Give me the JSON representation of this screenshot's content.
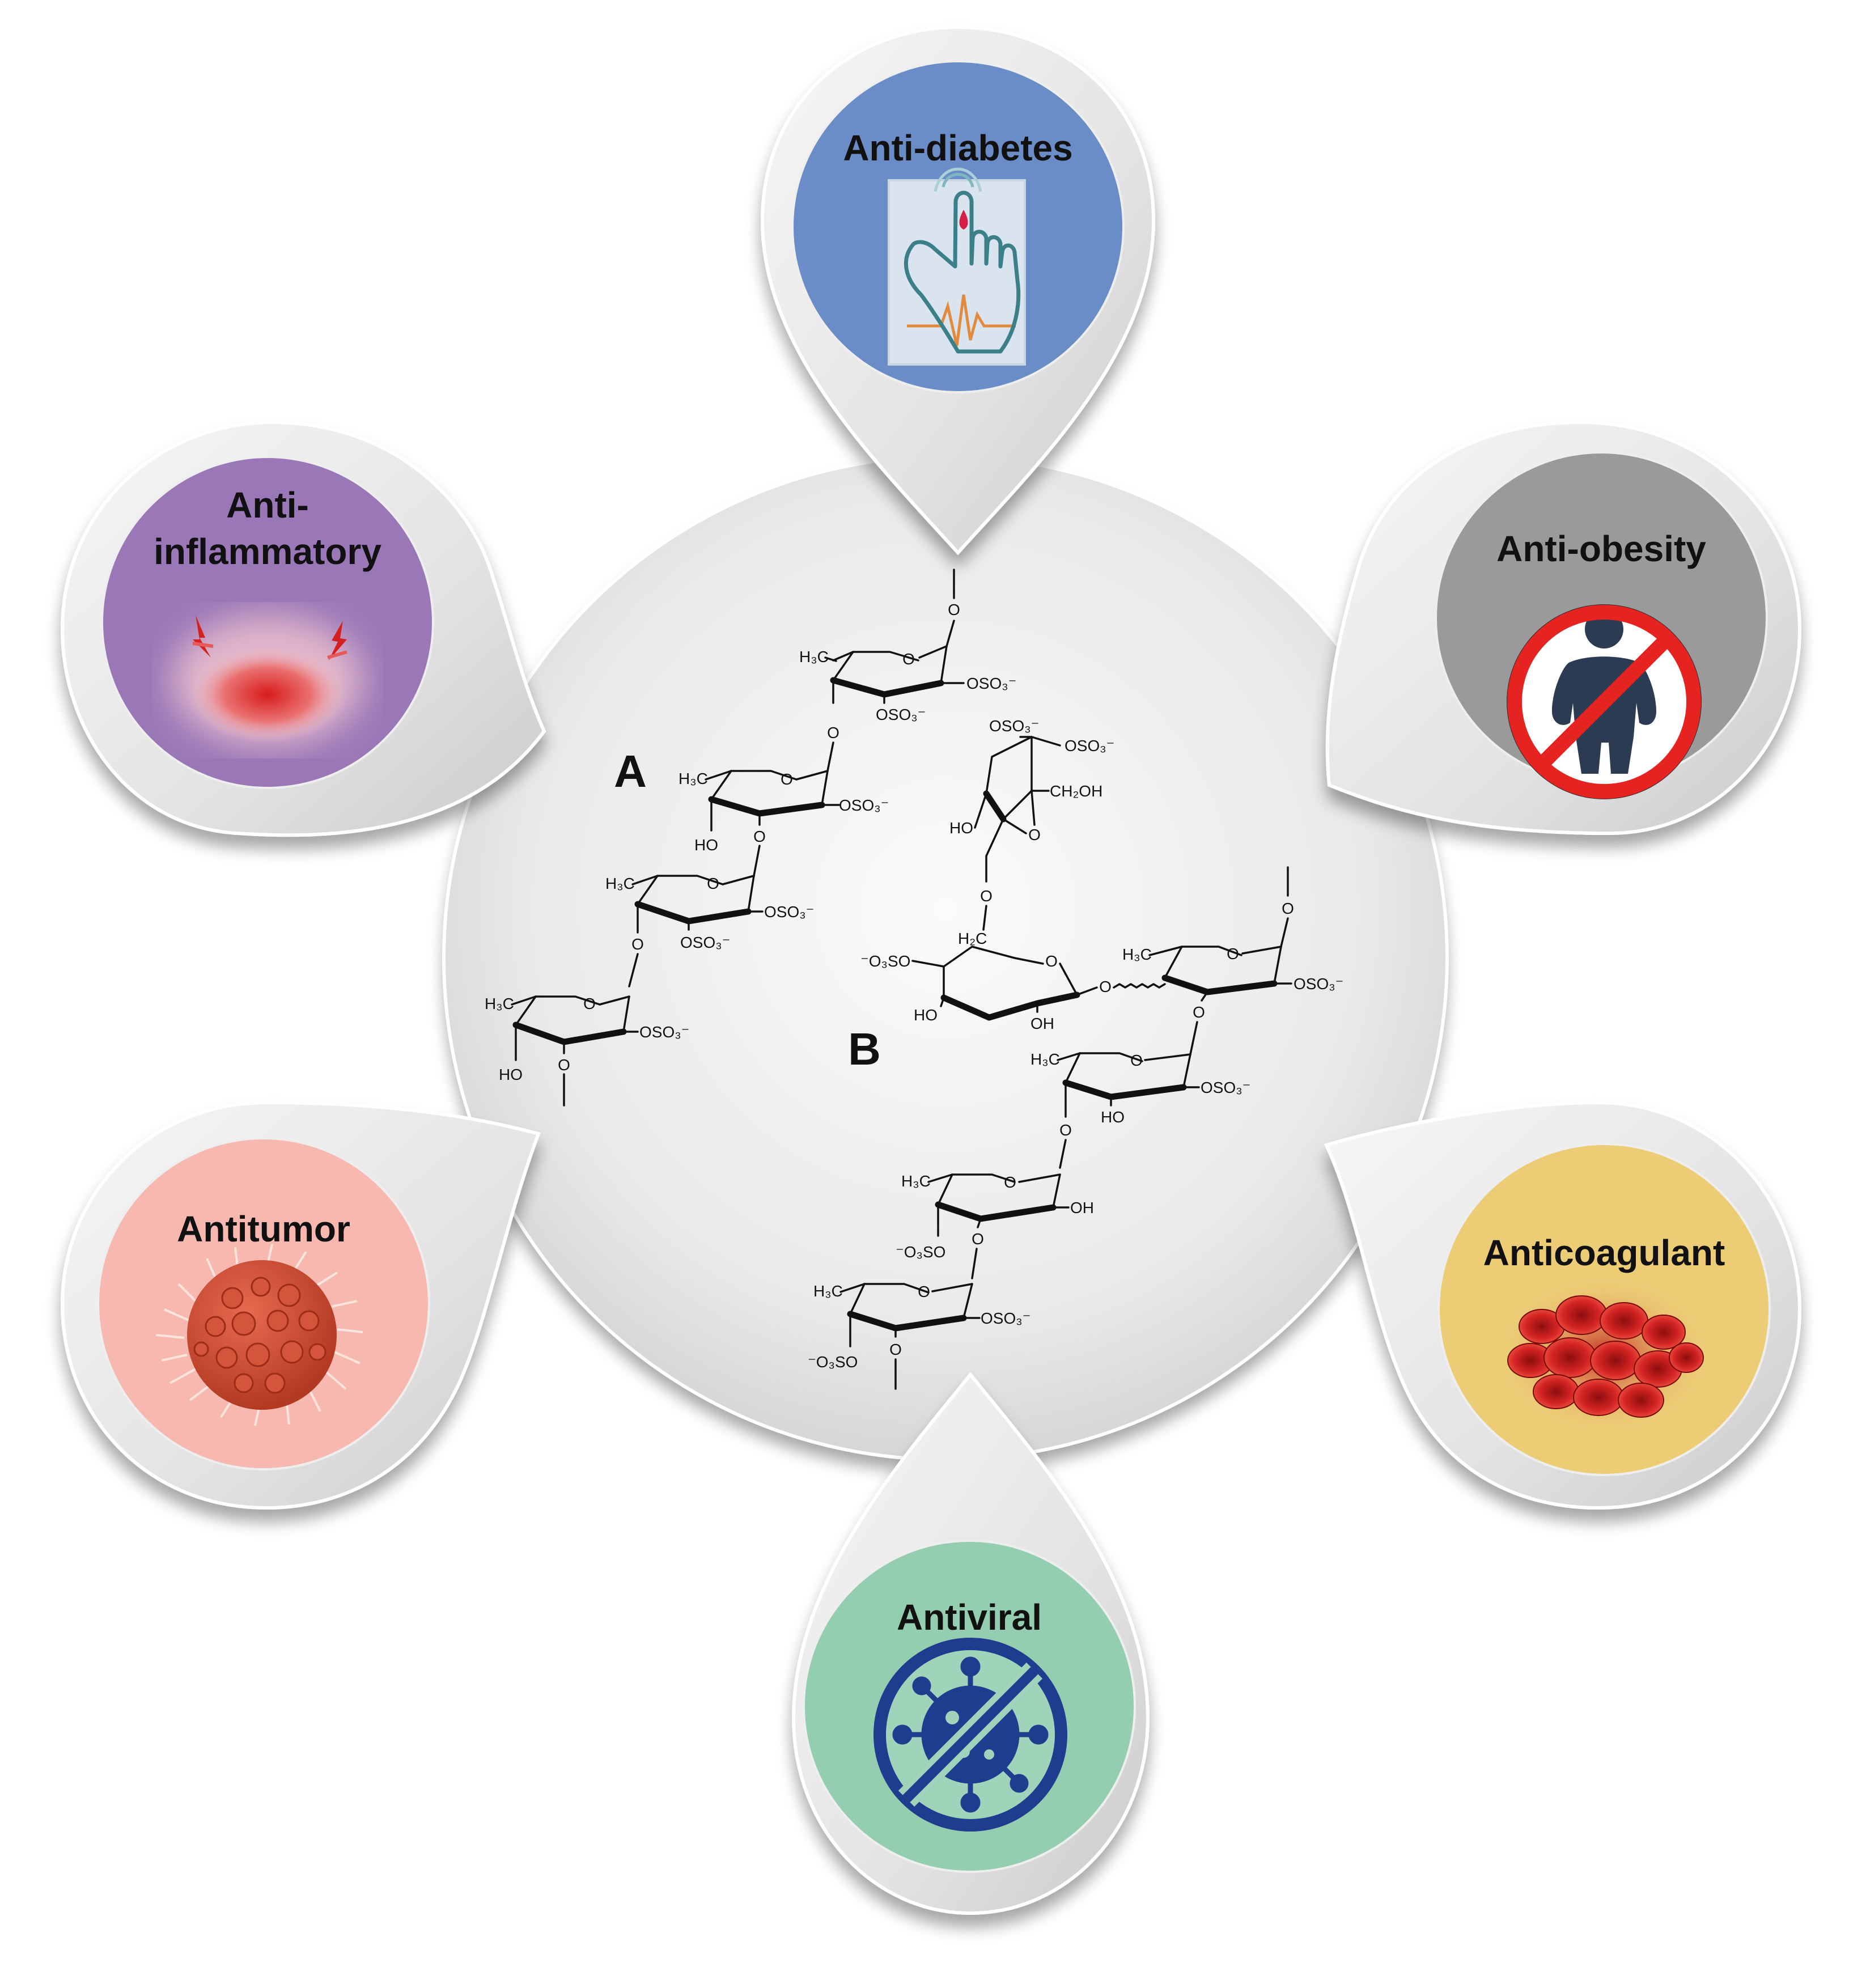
{
  "center": {
    "structure_a_label": "A",
    "structure_b_label": "B"
  },
  "activities": {
    "anti_diabetes": {
      "label": "Anti-diabetes",
      "color": "#6a8dc8"
    },
    "anti_inflammatory": {
      "label_line1": "Anti-",
      "label_line2": "inflammatory",
      "color": "#9a78b8"
    },
    "anti_obesity": {
      "label": "Anti-obesity",
      "color": "#9a9a9a"
    },
    "antitumor": {
      "label": "Antitumor",
      "color": "#f7b8b0"
    },
    "anticoagulant": {
      "label": "Anticoagulant",
      "color": "#eccd76"
    },
    "antiviral": {
      "label": "Antiviral",
      "color": "#93ceb0"
    }
  },
  "chem": {
    "o": "O",
    "h3c": "H₃C",
    "oso3": "OSO₃⁻",
    "ho": "HO",
    "oh": "OH",
    "ch2oh": "CH₂OH",
    "h2c": "H₂C",
    "o3so": "⁻O₃SO"
  }
}
